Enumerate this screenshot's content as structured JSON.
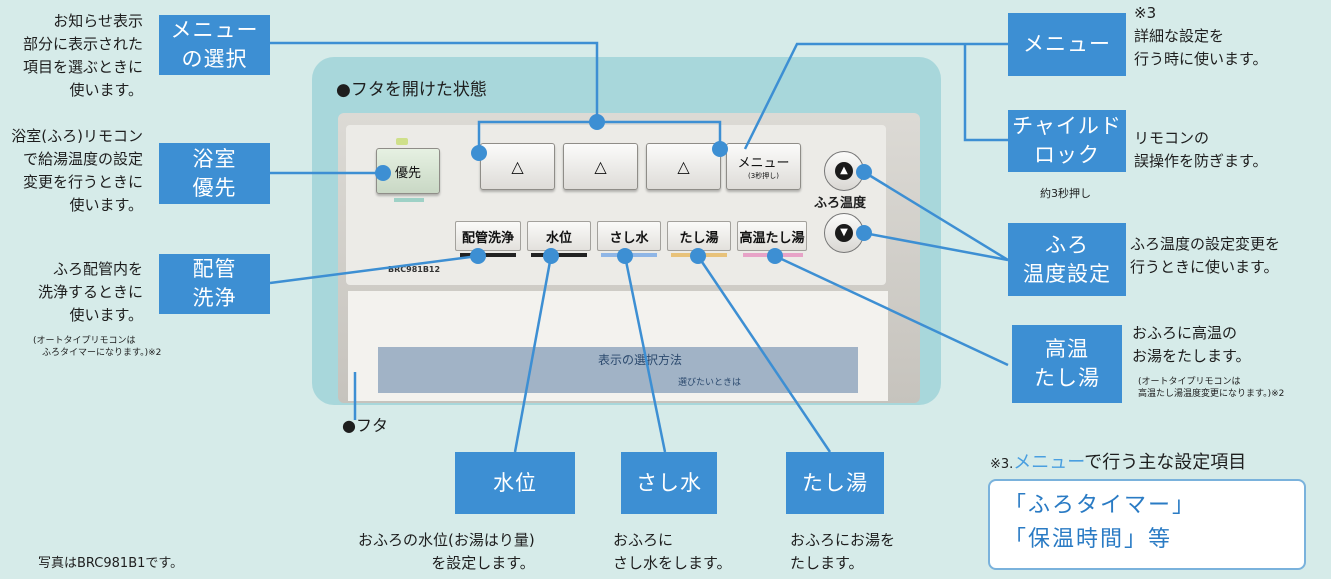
{
  "title": "●フタを開けた状態",
  "lid_label": "●フタ",
  "photo_note": "写真はBRC981B1です。",
  "device": {
    "priority_button": "優先",
    "arrow_glyph": "△",
    "menu_button": "メニュー",
    "menu_sub": "(3秒押し)",
    "func_buttons": [
      "配管洗浄",
      "水位",
      "さし水",
      "たし湯",
      "高温たし湯"
    ],
    "temp_label": "ふろ温度",
    "up_glyph": "▲",
    "down_glyph": "▼",
    "model": "BRC981B12",
    "cover_text": "表示の選択方法",
    "cover_text2": "選びたいときは"
  },
  "labels": {
    "menu_select": {
      "box": "メニュー\nの選択",
      "desc": "お知らせ表示\n部分に表示された\n項目を選ぶときに\n使います。"
    },
    "bath_priority": {
      "box": "浴室\n優先",
      "desc": "浴室(ふろ)リモコン\nで給湯温度の設定\n変更を行うときに\n使います。"
    },
    "pipe_clean": {
      "box": "配管\n洗浄",
      "desc": "ふろ配管内を\n洗浄するときに\n使います。",
      "note": "(オートタイプリモコンは\n　ふろタイマーになります。)※2"
    },
    "menu": {
      "box": "メニュー",
      "desc": "※3\n詳細な設定を\n行う時に使います。"
    },
    "child_lock": {
      "box": "チャイルド\nロック",
      "desc": "リモコンの\n誤操作を防ぎます。",
      "note": "約3秒押し"
    },
    "bath_temp": {
      "box": "ふろ\n温度設定",
      "desc": "ふろ温度の設定変更を\n行うときに使います。"
    },
    "hot_add": {
      "box": "高温\nたし湯",
      "desc": "おふろに高温の\nお湯をたします。",
      "note": "(オートタイプリモコンは\n高温たし湯温度変更になります。)※2"
    },
    "water_level": {
      "box": "水位",
      "desc": "おふろの水位(お湯はり量)\nを設定します。"
    },
    "add_water": {
      "box": "さし水",
      "desc": "おふろに\nさし水をします。"
    },
    "add_hot": {
      "box": "たし湯",
      "desc": "おふろにお湯を\nたします。"
    }
  },
  "note3": {
    "prefix": "※3.",
    "highlight": "メニュー",
    "suffix": "で行う主な設定項目",
    "items": "「ふろタイマー」\n「保温時間」等"
  },
  "colors": {
    "box_blue": "#3d8fd3",
    "line_blue": "#3d8fd3",
    "panel_teal": "#a8d7db",
    "background": "#d6ebe9",
    "bar_haikan": "#222222",
    "bar_suii": "#222222",
    "bar_sashimizu": "#8fb6e6",
    "bar_tashiyu": "#e8c27a",
    "bar_koon": "#e7a3c7"
  }
}
